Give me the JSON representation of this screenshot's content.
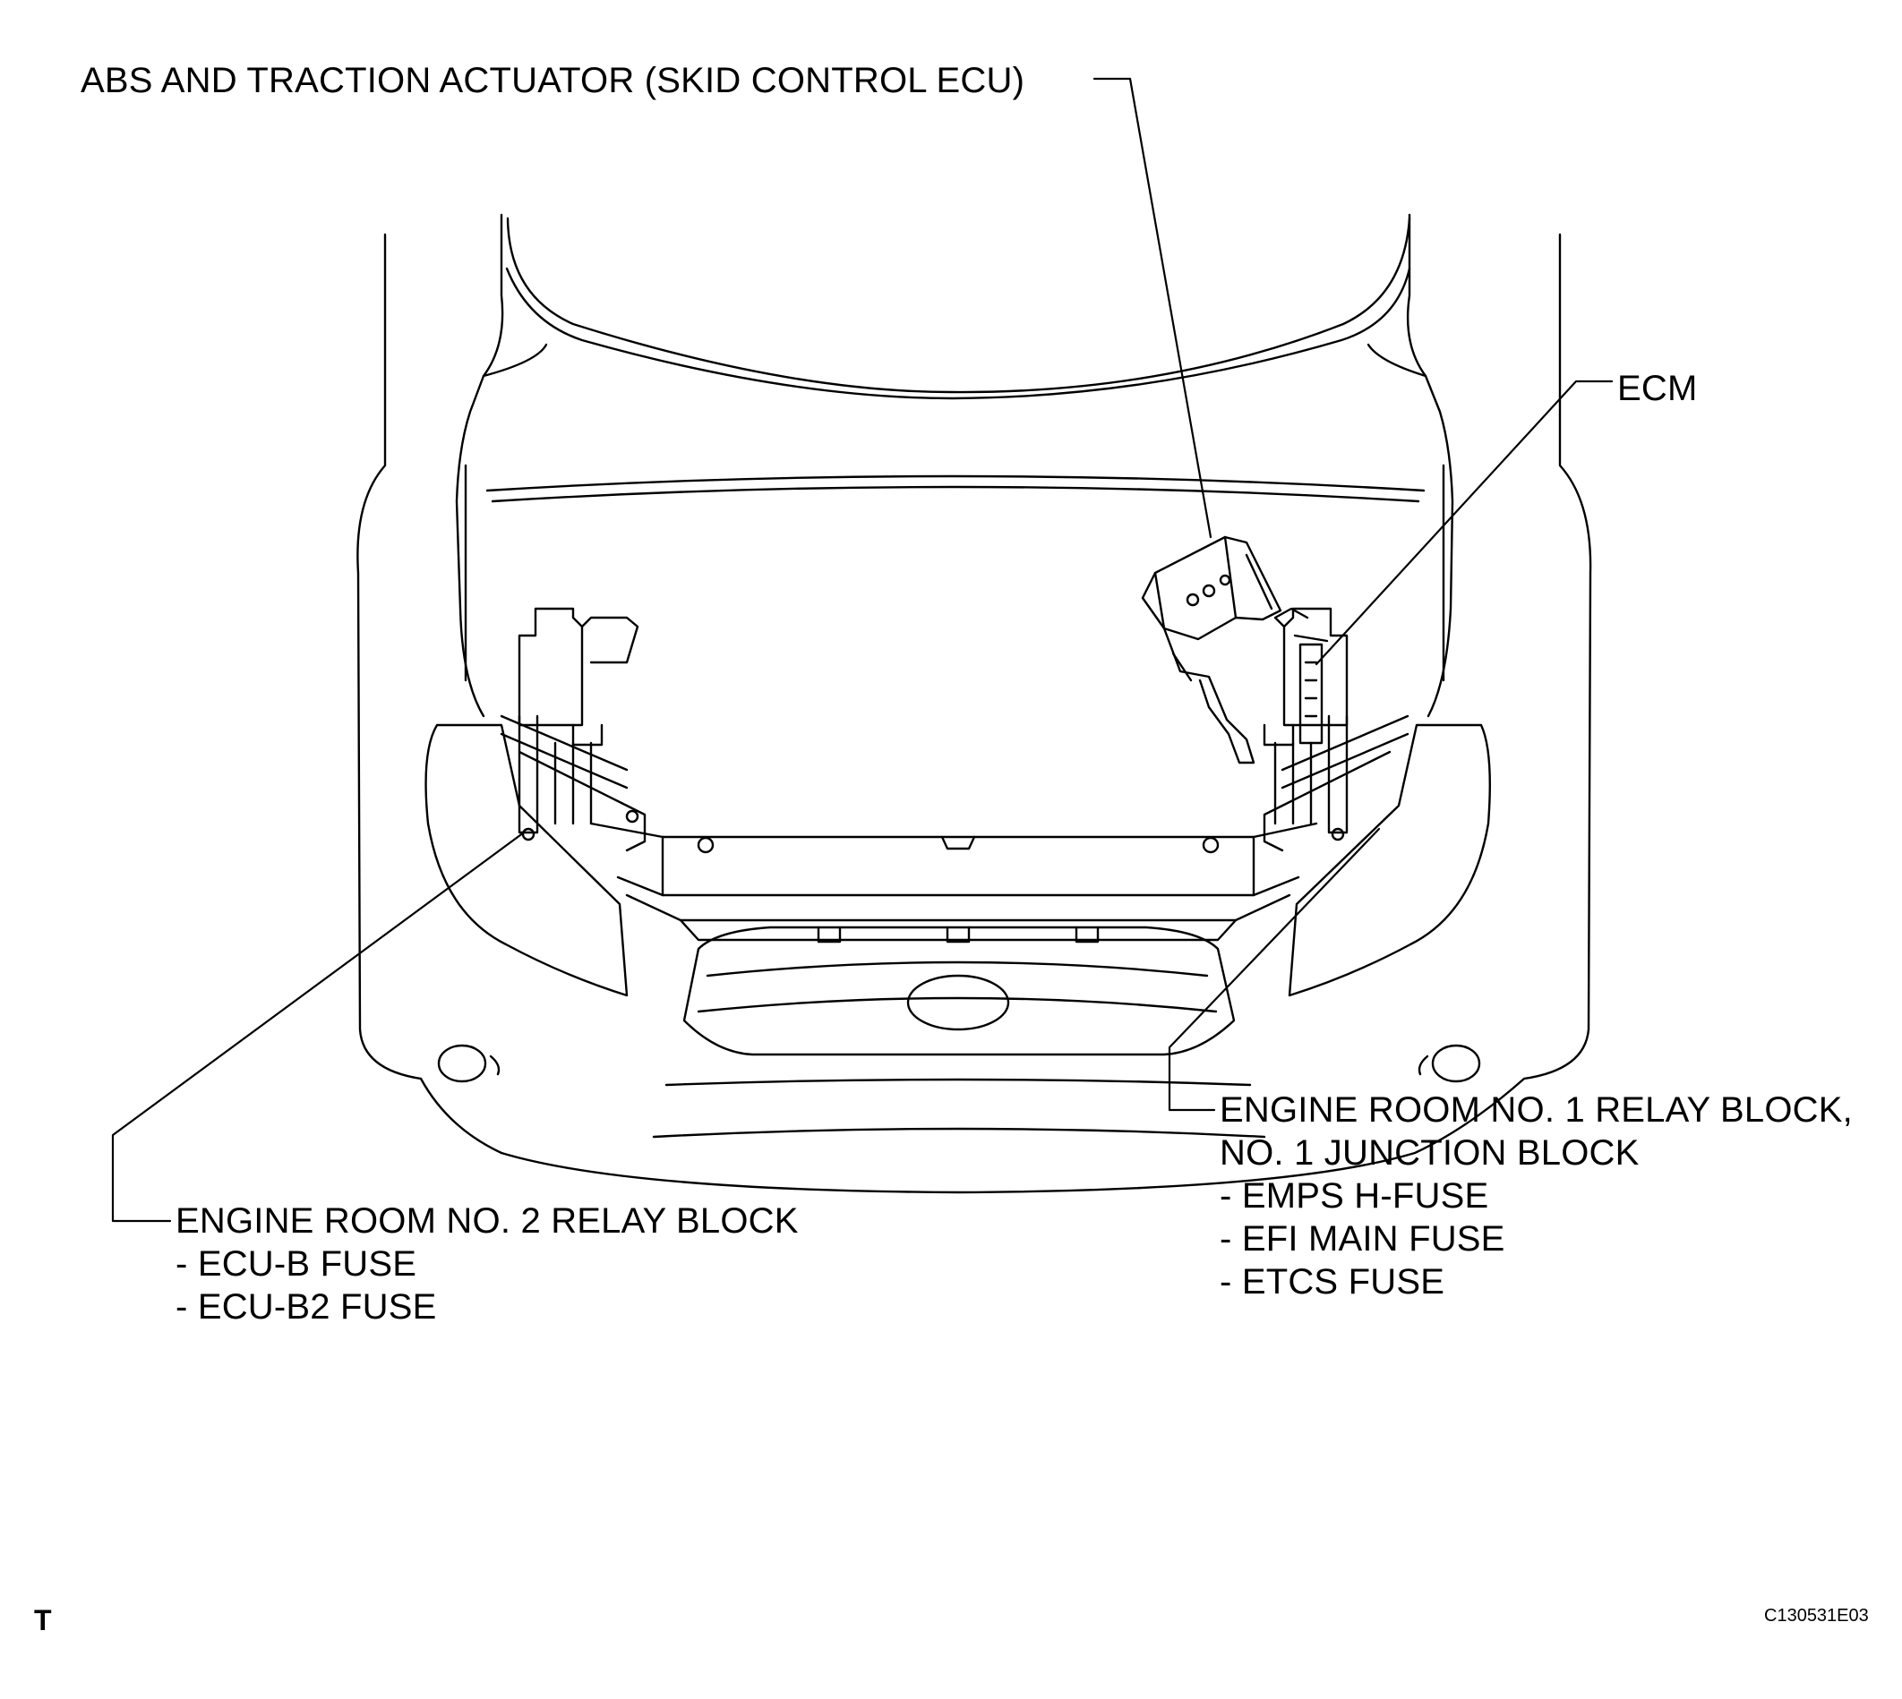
{
  "labels": {
    "abs_actuator": "ABS AND TRACTION ACTUATOR (SKID CONTROL ECU)",
    "ecm": "ECM",
    "er1_relay": {
      "title_line1": "ENGINE ROOM NO. 1 RELAY BLOCK,",
      "title_line2": "NO. 1 JUNCTION BLOCK",
      "items": [
        "- EMPS H-FUSE",
        "- EFI MAIN FUSE",
        "- ETCS FUSE"
      ]
    },
    "er2_relay": {
      "title": "ENGINE ROOM NO. 2 RELAY BLOCK",
      "items": [
        "- ECU-B FUSE",
        "- ECU-B2 FUSE"
      ]
    }
  },
  "corner_mark": "T",
  "figure_code": "C130531E03"
}
